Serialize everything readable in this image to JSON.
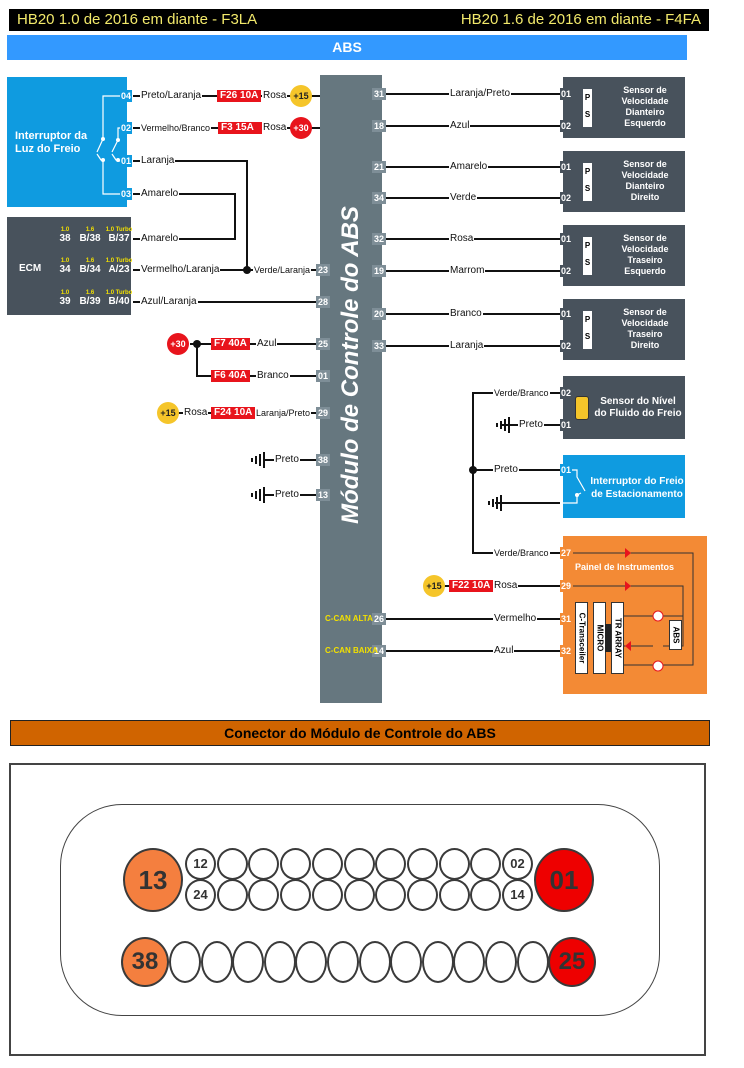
{
  "header": {
    "left_title": "HB20 1.0 de 2016 em diante - F3LA",
    "right_title": "HB20 1.6 de 2016 em diante - F4FA"
  },
  "section_title": "ABS",
  "module": {
    "title": "Módulo de Controle do ABS",
    "can_high_label": "C-CAN ALTA",
    "can_low_label": "C-CAN BAIXA"
  },
  "brake_light_switch": {
    "name_line1": "Interruptor da",
    "name_line2": "Luz do Freio",
    "pins": [
      "04",
      "02",
      "01",
      "03"
    ],
    "wires": [
      "Preto/Laranja",
      "Vermelho/Branco",
      "Laranja",
      "Amarelo"
    ],
    "fuses": [
      "F26 10A",
      "F3 15A"
    ],
    "fuse_wire": "Rosa",
    "supplies": [
      "+15",
      "+30"
    ]
  },
  "ecm": {
    "name": "ECM",
    "version_labels": [
      "1.0",
      "1.6",
      "1.0 Turbo"
    ],
    "rows": [
      {
        "pins": [
          "38",
          "B/38",
          "B/37"
        ],
        "wire": "Amarelo"
      },
      {
        "pins": [
          "34",
          "B/34",
          "A/23"
        ],
        "wire": "Vermelho/Laranja",
        "module_wire": "Verde/Laranja",
        "module_pin": "23"
      },
      {
        "pins": [
          "39",
          "B/39",
          "B/40"
        ],
        "wire": "Azul/Laranja",
        "module_pin": "28"
      }
    ]
  },
  "power": {
    "supply_30": "+30",
    "f7": "F7 40A",
    "f7_wire": "Azul",
    "f7_pin": "25",
    "f6": "F6 40A",
    "f6_wire": "Branco",
    "f6_pin": "01",
    "supply_15": "+15",
    "rosa": "Rosa",
    "f24": "F24 10A",
    "f24_wire": "Laranja/Preto",
    "f24_pin": "29",
    "ground_wire": "Preto",
    "ground_pins": [
      "38",
      "13"
    ]
  },
  "wheel_sensors": [
    {
      "name": [
        "Sensor de",
        "Velocidade",
        "Dianteiro",
        "Esquerdo"
      ],
      "module_pins": [
        "31",
        "18"
      ],
      "wires": [
        "Laranja/Preto",
        "Azul"
      ],
      "pins": [
        "01",
        "02"
      ]
    },
    {
      "name": [
        "Sensor de",
        "Velocidade",
        "Dianteiro",
        "Direito"
      ],
      "module_pins": [
        "21",
        "34"
      ],
      "wires": [
        "Amarelo",
        "Verde"
      ],
      "pins": [
        "01",
        "02"
      ]
    },
    {
      "name": [
        "Sensor de",
        "Velocidade",
        "Traseiro",
        "Esquerdo"
      ],
      "module_pins": [
        "32",
        "19"
      ],
      "wires": [
        "Rosa",
        "Marrom"
      ],
      "pins": [
        "01",
        "02"
      ]
    },
    {
      "name": [
        "Sensor de",
        "Velocidade",
        "Traseiro",
        "Direito"
      ],
      "module_pins": [
        "20",
        "33"
      ],
      "wires": [
        "Branco",
        "Laranja"
      ],
      "pins": [
        "01",
        "02"
      ]
    }
  ],
  "sensor_glyphs": {
    "top": "P",
    "bottom": "S"
  },
  "fluid_sensor": {
    "name_line1": "Sensor do Nível",
    "name_line2": "do Fluido do Freio",
    "pins": [
      "02",
      "01"
    ],
    "wires": [
      "Verde/Branco",
      "Preto"
    ]
  },
  "parking_switch": {
    "name_line1": "Interruptor do Freio",
    "name_line2": "de Estacionamento",
    "pin": "01",
    "wire": "Preto"
  },
  "cluster": {
    "name": "Painel de Instrumentos",
    "pins": [
      "27",
      "29",
      "31",
      "32"
    ],
    "wires": [
      "Verde/Branco",
      "Rosa",
      "Vermelho",
      "Azul"
    ],
    "supply": "+15",
    "fuse": "F22 10A",
    "module_pins": [
      "26",
      "14"
    ],
    "blocks": [
      "C-Transceiler",
      "MICRO",
      "TR ARRAY"
    ],
    "lamp_label": "ABS"
  },
  "connector": {
    "title": "Conector do Módulo de Controle do ABS",
    "big_pins": {
      "top_left": "13",
      "top_right": "01",
      "bottom_left": "38",
      "bottom_right": "25"
    },
    "small_labels": {
      "row1_left": "12",
      "row1_right": "02",
      "row2_left": "24",
      "row2_right": "14"
    },
    "colors": {
      "orange": "#f47f3f",
      "red": "#ee0000"
    }
  },
  "colors": {
    "header_bg": "#000000",
    "header_text": "#f2e96b",
    "section_bg": "#3399ff",
    "module_bg": "#66777f",
    "blue_box": "#0f9be0",
    "dark_box": "#48525c",
    "orange_box": "#f38a35",
    "fuse": "#e8141c",
    "plus15": "#f5c52a",
    "plus30": "#e8141c",
    "connector_bar": "#d06400"
  }
}
